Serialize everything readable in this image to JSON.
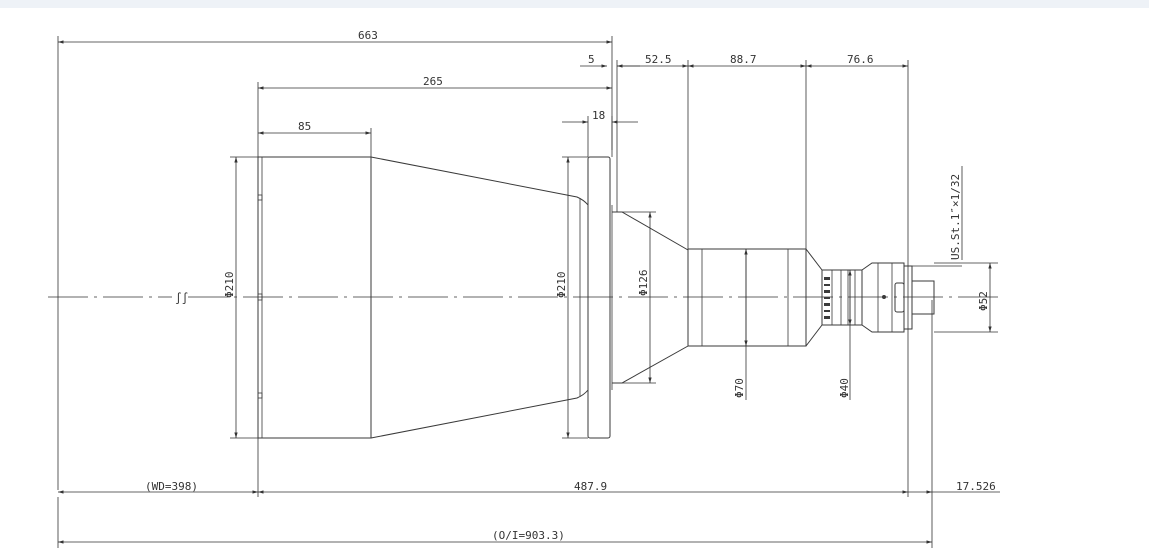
{
  "drawing": {
    "line_color": "#3a3a3a",
    "background": "#ffffff",
    "dimensions": {
      "overall_length": "663",
      "flange_offset": "5",
      "barrel_1": "52.5",
      "barrel_2": "88.7",
      "barrel_3": "76.6",
      "front_section": "265",
      "front_cylinder": "85",
      "flange_thickness": "18",
      "front_diameter": "Φ210",
      "flange_diameter": "Φ210",
      "cone_diameter": "Φ126",
      "barrel_diameter": "Φ70",
      "ring_diameter": "Φ40",
      "mount_diameter": "Φ52",
      "thread_spec": "US.St.1″×1/32",
      "working_distance": "(WD=398)",
      "lens_length": "487.9",
      "back_focus": "17.526",
      "object_to_image": "(O/I=903.3)"
    },
    "symbols": {
      "axis_break": "∫∫"
    }
  }
}
